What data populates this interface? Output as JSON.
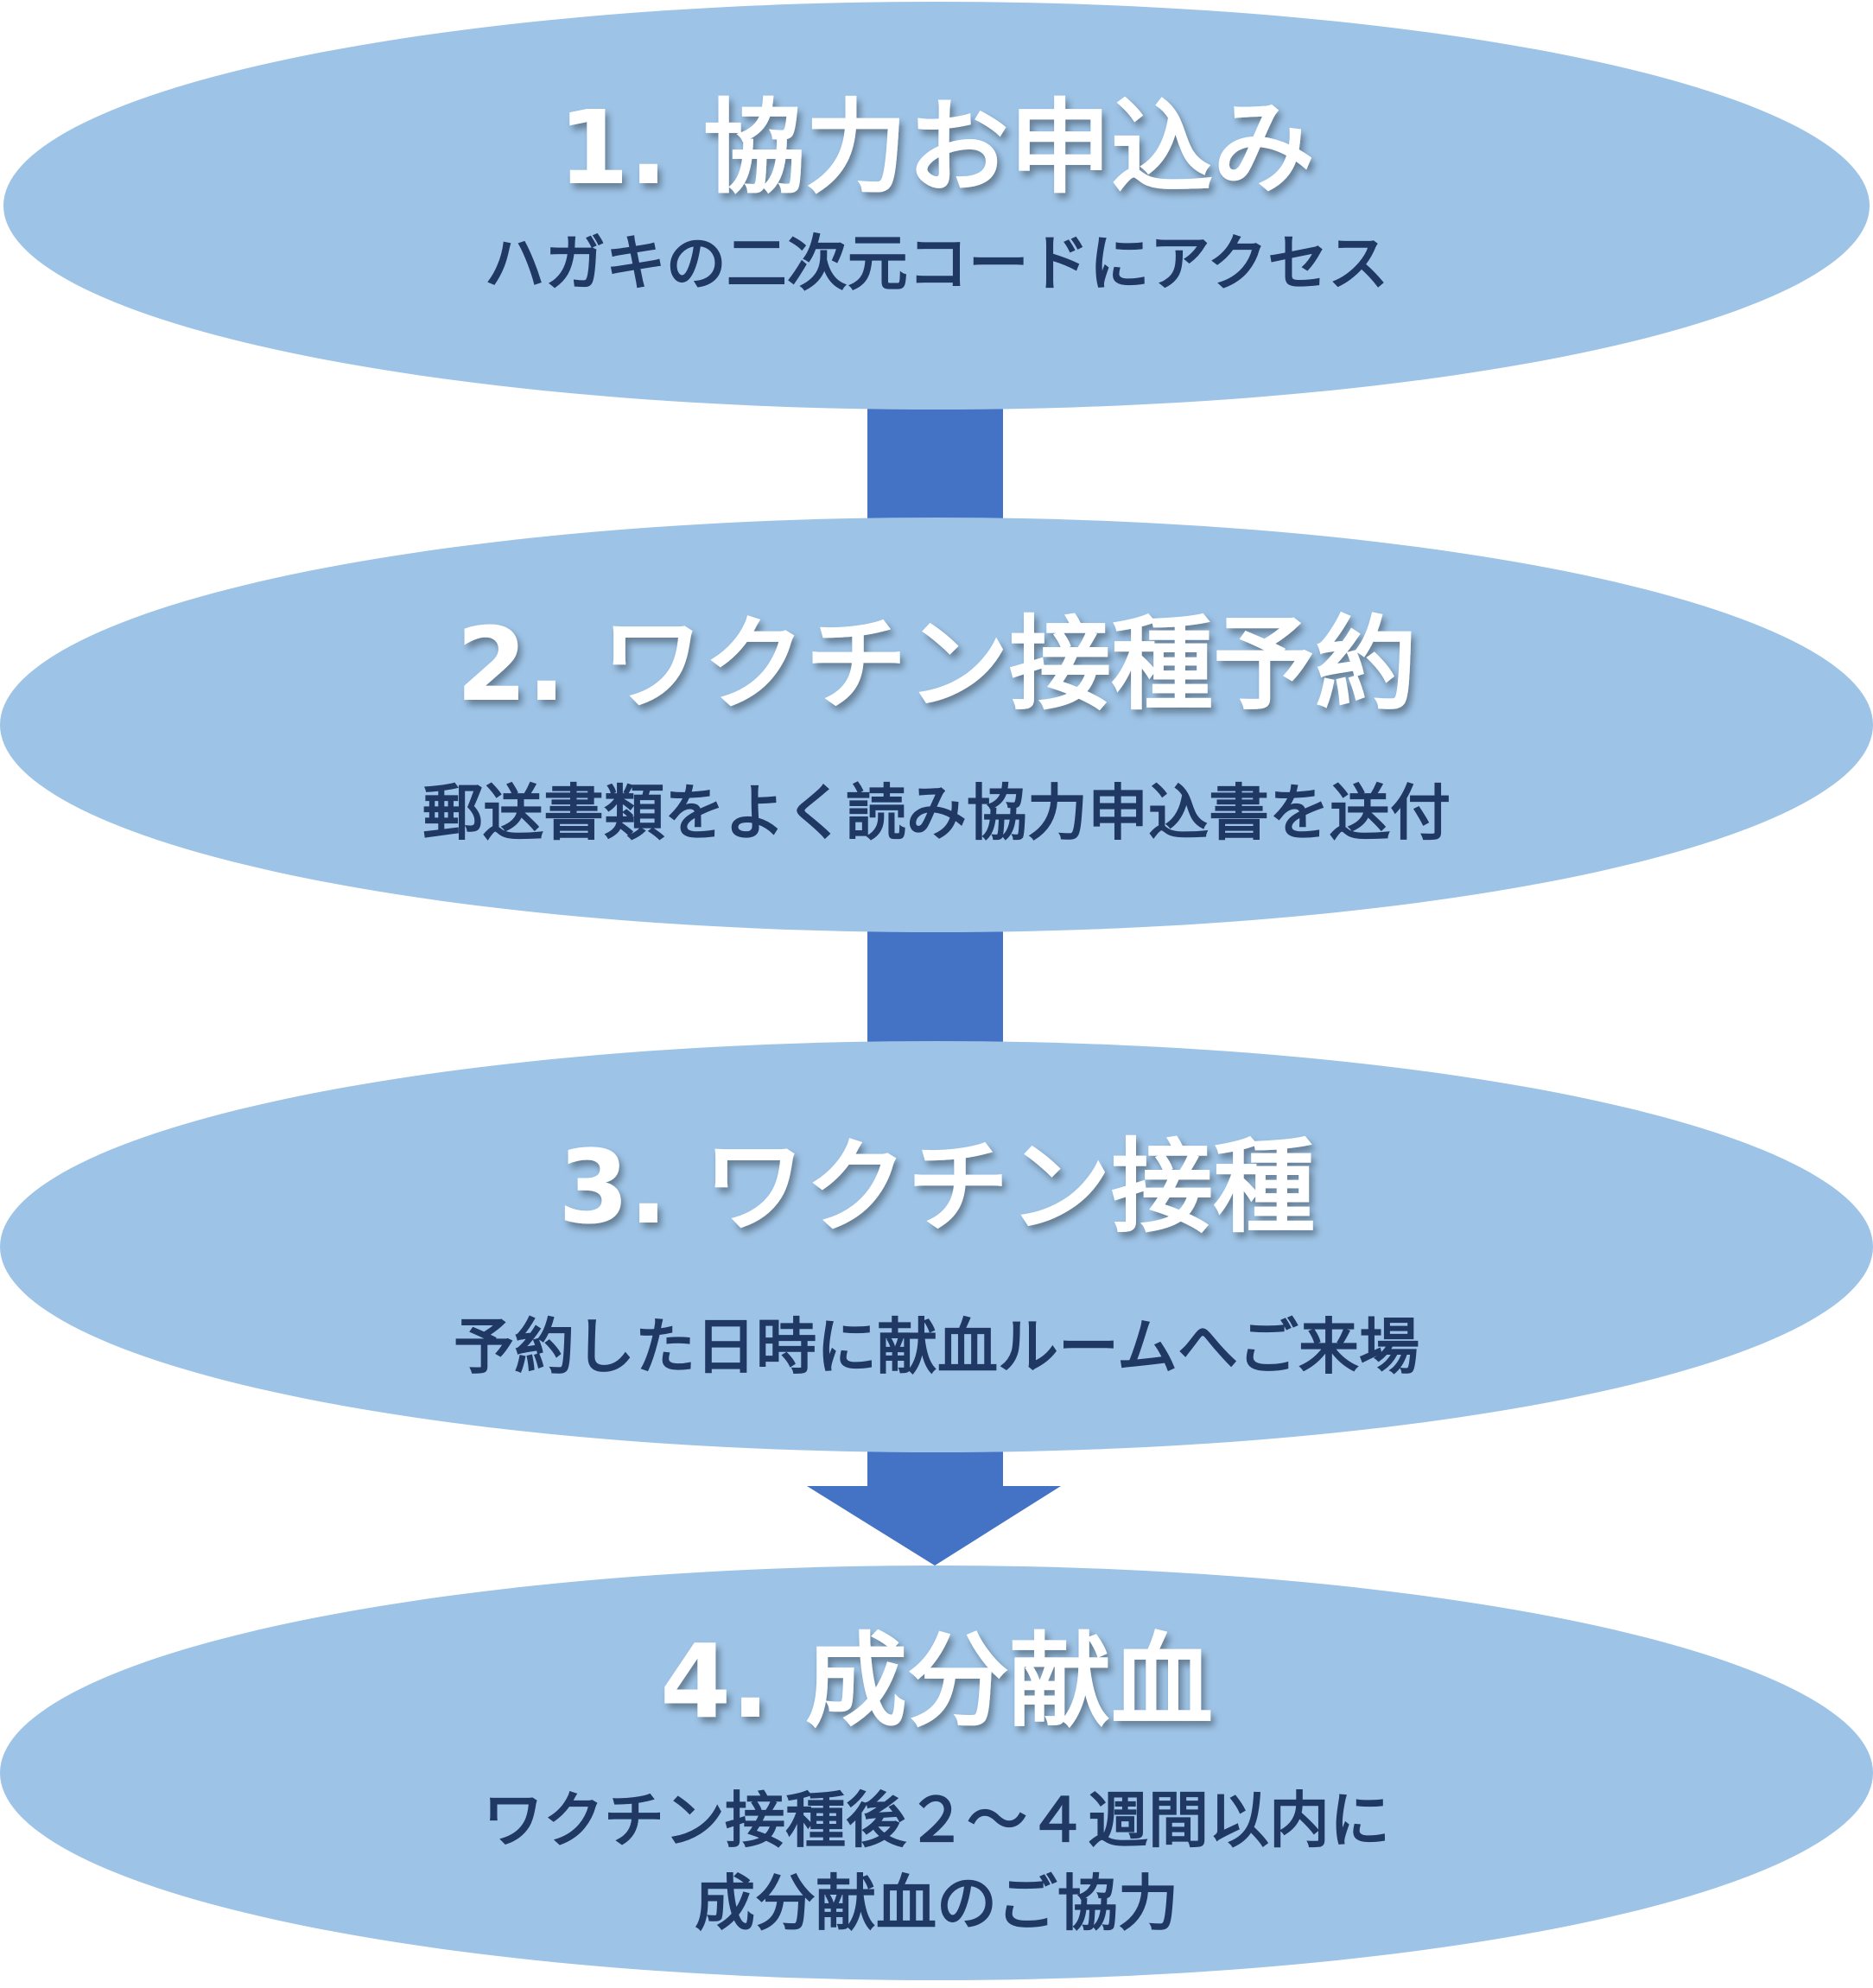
{
  "colors": {
    "ellipse_fill": "#9dc3e6",
    "connector_fill": "#4472c4",
    "title_text": "#ffffff",
    "desc_text": "#1f3864"
  },
  "steps": [
    {
      "title": "1. 協力お申込み",
      "desc": [
        "ハガキの二次元コードにアクセス"
      ]
    },
    {
      "title": "2. ワクチン接種予約",
      "desc": [
        "郵送書類をよく読み協力申込書を送付"
      ]
    },
    {
      "title": "3. ワクチン接種",
      "desc": [
        "予約した日時に献血ルームへご来場"
      ]
    },
    {
      "title": "4. 成分献血",
      "desc": [
        "ワクチン接種後２～４週間以内に",
        "成分献血のご協力"
      ]
    }
  ]
}
